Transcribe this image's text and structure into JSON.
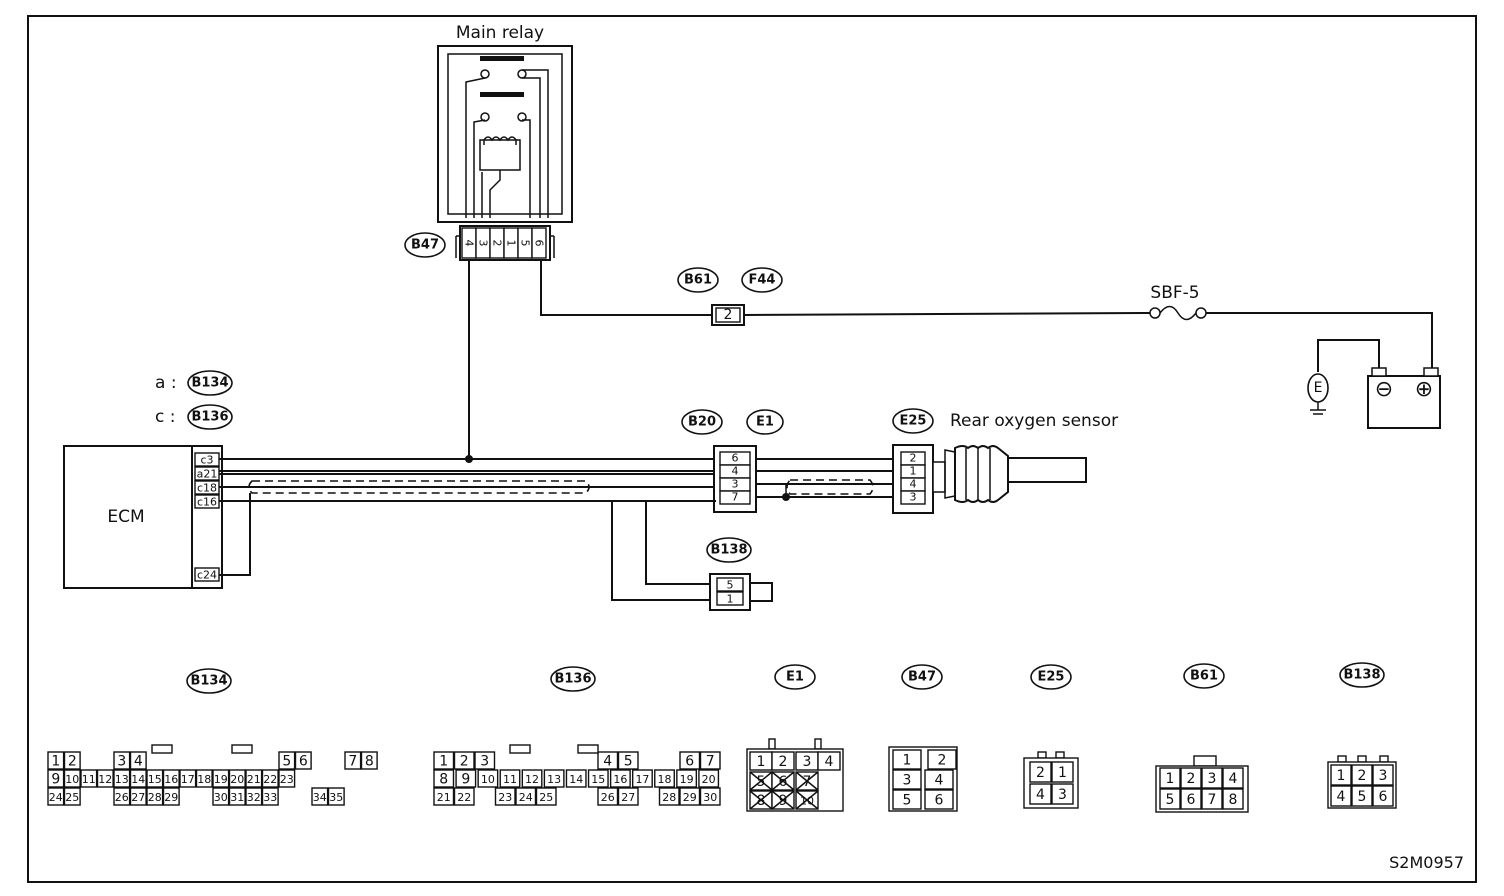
{
  "labels": {
    "main_relay": "Main relay",
    "ecm": "ECM",
    "rear_o2": "Rear oxygen sensor",
    "fuse": "SBF-5",
    "drawing_id": "S2M0957",
    "a_prefix": "a :",
    "c_prefix": "c :"
  },
  "ground_label": "E",
  "battery": {
    "neg": "⊖",
    "pos": "⊕"
  },
  "connectors": {
    "a": "B134",
    "c": "B136",
    "b47": "B47",
    "b61": "B61",
    "f44": "F44",
    "b20": "B20",
    "e1": "E1",
    "e25": "E25",
    "b138": "B138"
  },
  "ecm_pins": [
    "c3",
    "a21",
    "c18",
    "c16",
    "c24"
  ],
  "relay_pins": [
    "4",
    "3",
    "2",
    "1",
    "5",
    "6"
  ],
  "b61_pin": "2",
  "b20_pins": [
    "6",
    "4",
    "3",
    "7"
  ],
  "e25_pins": [
    "2",
    "1",
    "4",
    "3"
  ],
  "b138_pins": [
    "5",
    "1"
  ],
  "legend": {
    "b134": "B134",
    "b136": "B136",
    "e1": "E1",
    "b47": "B47",
    "e25": "E25",
    "b61": "B61",
    "b138": "B138"
  },
  "legend_pins": {
    "b134": {
      "r1": [
        "1",
        "2",
        "3",
        "4",
        "5",
        "6",
        "7",
        "8"
      ],
      "r2": [
        "9",
        "10",
        "11",
        "12",
        "13",
        "14",
        "15",
        "16",
        "17",
        "18",
        "19",
        "20",
        "21",
        "22",
        "23"
      ],
      "r3": [
        "24",
        "25",
        "26",
        "27",
        "28",
        "29",
        "30",
        "31",
        "32",
        "33",
        "34",
        "35"
      ]
    },
    "b136": {
      "r1": [
        "1",
        "2",
        "3",
        "4",
        "5",
        "6",
        "7"
      ],
      "r2": [
        "8",
        "9",
        "10",
        "11",
        "12",
        "13",
        "14",
        "15",
        "16",
        "17",
        "18",
        "19",
        "20"
      ],
      "r3": [
        "21",
        "22",
        "23",
        "24",
        "25",
        "26",
        "27",
        "28",
        "29",
        "30"
      ]
    },
    "e1": [
      "1",
      "2",
      "3",
      "4",
      "5",
      "6",
      "7",
      "8",
      "9",
      "10"
    ],
    "b47": [
      "1",
      "2",
      "3",
      "4",
      "5",
      "6"
    ],
    "e25": [
      "2",
      "1",
      "4",
      "3"
    ],
    "b61": [
      "1",
      "2",
      "3",
      "4",
      "5",
      "6",
      "7",
      "8"
    ],
    "b138": [
      "1",
      "2",
      "3",
      "4",
      "5",
      "6"
    ]
  }
}
